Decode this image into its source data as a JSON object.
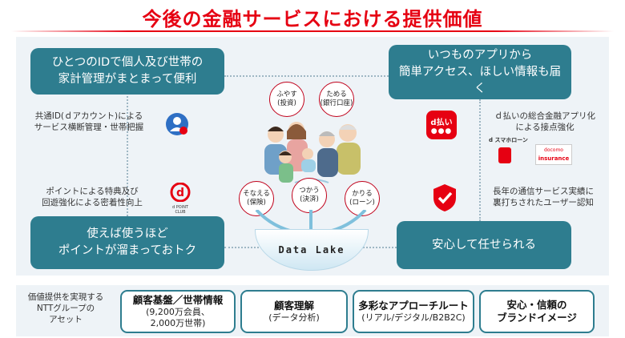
{
  "title": "今後の金融サービスにおける提供価値",
  "boxes": {
    "top_left": [
      "ひとつのIDで個人及び世帯の",
      "家計管理がまとまって便利"
    ],
    "top_right": [
      "いつものアプリから",
      "簡単アクセス、ほしい情報も届く"
    ],
    "bottom_left": [
      "使えば使うほど",
      "ポイントが溜まっておトク"
    ],
    "bottom_right": [
      "安心して任せられる"
    ]
  },
  "labels": {
    "id_mgmt": [
      "共通ID(ｄアカウント)による",
      "サービス横断管理・世帯把握"
    ],
    "points": [
      "ポイントによる特典及び",
      "回遊強化による密着性向上"
    ],
    "app": [
      "ｄ払いの総合金融アプリ化",
      "による接点強化"
    ],
    "trust": [
      "長年の通信サービス実績に",
      "裏打ちされたユーザー認知"
    ]
  },
  "bubbles": [
    {
      "top": "ふやす",
      "bottom": "(投資)"
    },
    {
      "top": "ためる",
      "bottom": "(銀行口座)"
    },
    {
      "top": "そなえる",
      "bottom": "(保険)"
    },
    {
      "top": "つかう",
      "bottom": "(決済)"
    },
    {
      "top": "かりる",
      "bottom": "(ローン)"
    }
  ],
  "data_lake": "Data Lake",
  "logos": {
    "dbarai": "d払い",
    "dpoint": "d POINT CLUB",
    "smartloan": "d スマホローン",
    "docomo_ins_1": "docomo",
    "docomo_ins_2": "insurance"
  },
  "assets": {
    "label": [
      "価値提供を実現する",
      "NTTグループの",
      "アセット"
    ],
    "items": [
      {
        "heading": "顧客基盤／世帯情報",
        "sub": [
          "(9,200万会員、",
          "2,000万世帯)"
        ]
      },
      {
        "heading": "顧客理解",
        "sub": [
          "(データ分析)"
        ]
      },
      {
        "heading": "多彩なアプローチルート",
        "sub": [
          "(リアル/デジタル/B2B2C)"
        ]
      },
      {
        "heading": "安心・信頼の",
        "sub": [
          "ブランドイメージ"
        ]
      }
    ]
  },
  "colors": {
    "accent": "#e60012",
    "teal": "#2e7d8f",
    "panel": "#eef3f7"
  }
}
